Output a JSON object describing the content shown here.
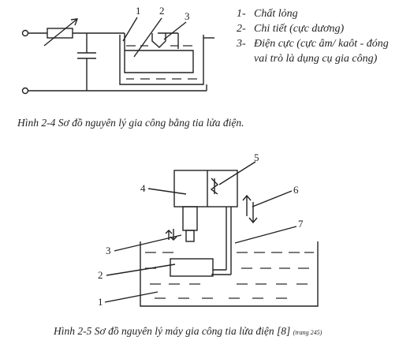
{
  "figure1": {
    "labels": [
      "1",
      "2",
      "3"
    ],
    "legend": [
      {
        "num": "1-",
        "text": "Chất lỏng"
      },
      {
        "num": "2-",
        "text": "Chi tiết (cực dương)"
      },
      {
        "num": "3-",
        "text": "Điện cực (cực âm/ kaôt - đóng vai trò là dụng cụ gia công)"
      }
    ],
    "caption": "Hình   2-4 Sơ đồ nguyên lý gia công bằng tia lửa điện."
  },
  "figure2": {
    "labels": [
      "1",
      "2",
      "3",
      "4",
      "5",
      "6",
      "7"
    ],
    "caption_main": "Hình 2-5 Sơ đồ nguyên lý máy gia công tia lửa điện [8]",
    "caption_note": "(trang 245)"
  }
}
